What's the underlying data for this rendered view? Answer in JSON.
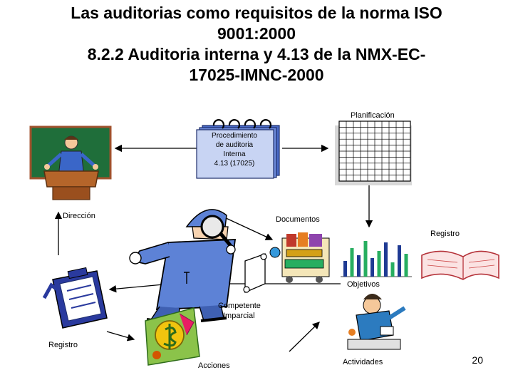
{
  "title": {
    "line1": "Las auditorias como requisitos de la norma ISO",
    "line2": "9001:2000",
    "line3": "8.2.2 Auditoria interna y 4.13 de la NMX-EC-",
    "line4": "17025-IMNC-2000"
  },
  "labels": {
    "planificacion": "Planificación",
    "procedimiento": [
      "Procedimiento",
      "de auditoria",
      "Interna",
      "4.13 (17025)"
    ],
    "direccion": "Dirección",
    "documentos": "Documentos",
    "registro_right": "Registro",
    "objetivos": "Objetivos",
    "competente": "Competente",
    "imparcial": "Imparcial",
    "registro_left": "Registro",
    "acciones": "Acciones",
    "actividades": "Actividades"
  },
  "page_number": "20"
}
